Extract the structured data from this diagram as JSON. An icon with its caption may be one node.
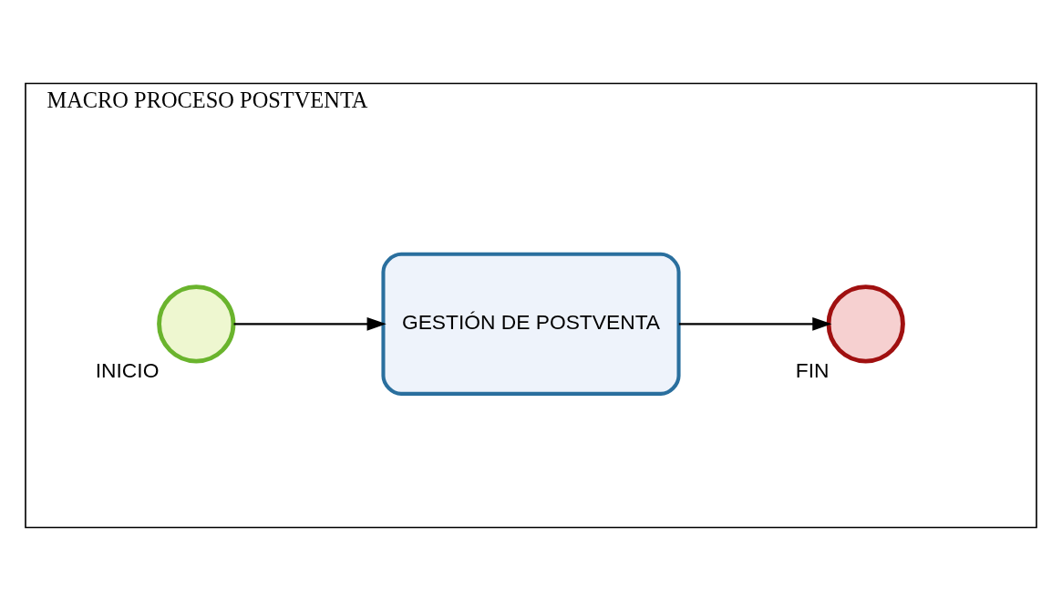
{
  "diagram": {
    "nodes": [
      {
        "text": [
          "MACRO PROCESO POSTVENTA"
        ]
      },
      {
        "text": [],
        "shape": "circle",
        "in": 0,
        "beside": [
          "INICIO"
        ]
      },
      {
        "text": [
          "GESTIÓN DE POSTVENTA"
        ],
        "in": 0
      },
      {
        "text": [],
        "shape": "circle",
        "in": 0,
        "beside": [
          "FIN"
        ]
      }
    ],
    "edges": [
      {
        "from": 1,
        "to": 2,
        "arrow": "to"
      },
      {
        "from": 2,
        "to": 3,
        "arrow": "to"
      }
    ]
  }
}
